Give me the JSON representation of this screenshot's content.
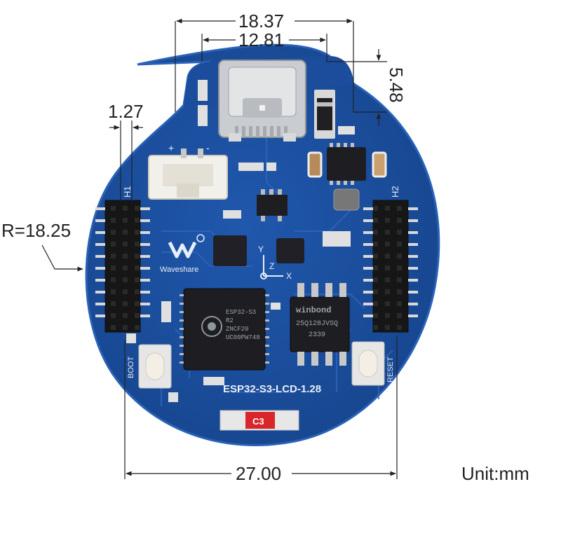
{
  "dimensions": {
    "top_outer": "18.37",
    "top_inner": "12.81",
    "usb_height": "5.48",
    "pin_pitch": "1.27",
    "radius": "R=18.25",
    "width": "27.00",
    "unit": "Unit:mm"
  },
  "board": {
    "name": "ESP32-S3-LCD-1.28",
    "brand": "Waveshare",
    "header_left": "H1",
    "header_right": "H2",
    "boot_label": "BOOT",
    "reset_label": "RESET",
    "cap_label": "C3",
    "plus": "+",
    "minus": "-",
    "axis_x": "X",
    "axis_y": "Y",
    "axis_z": "Z",
    "mcu_lines": [
      "ESP32-S3",
      "R2",
      "ZNCF20",
      "UC00PW748"
    ],
    "flash_brand": "winbond",
    "flash_lines": [
      "25Q128JVSQ",
      "2339"
    ],
    "colors": {
      "pcb": "#1b4fa0",
      "pcb_edge": "#2a62b8",
      "trace": "#2f66bd",
      "silk": "#e8eef7",
      "chip": "#1e1e22",
      "cap_red": "#d9262b"
    }
  }
}
